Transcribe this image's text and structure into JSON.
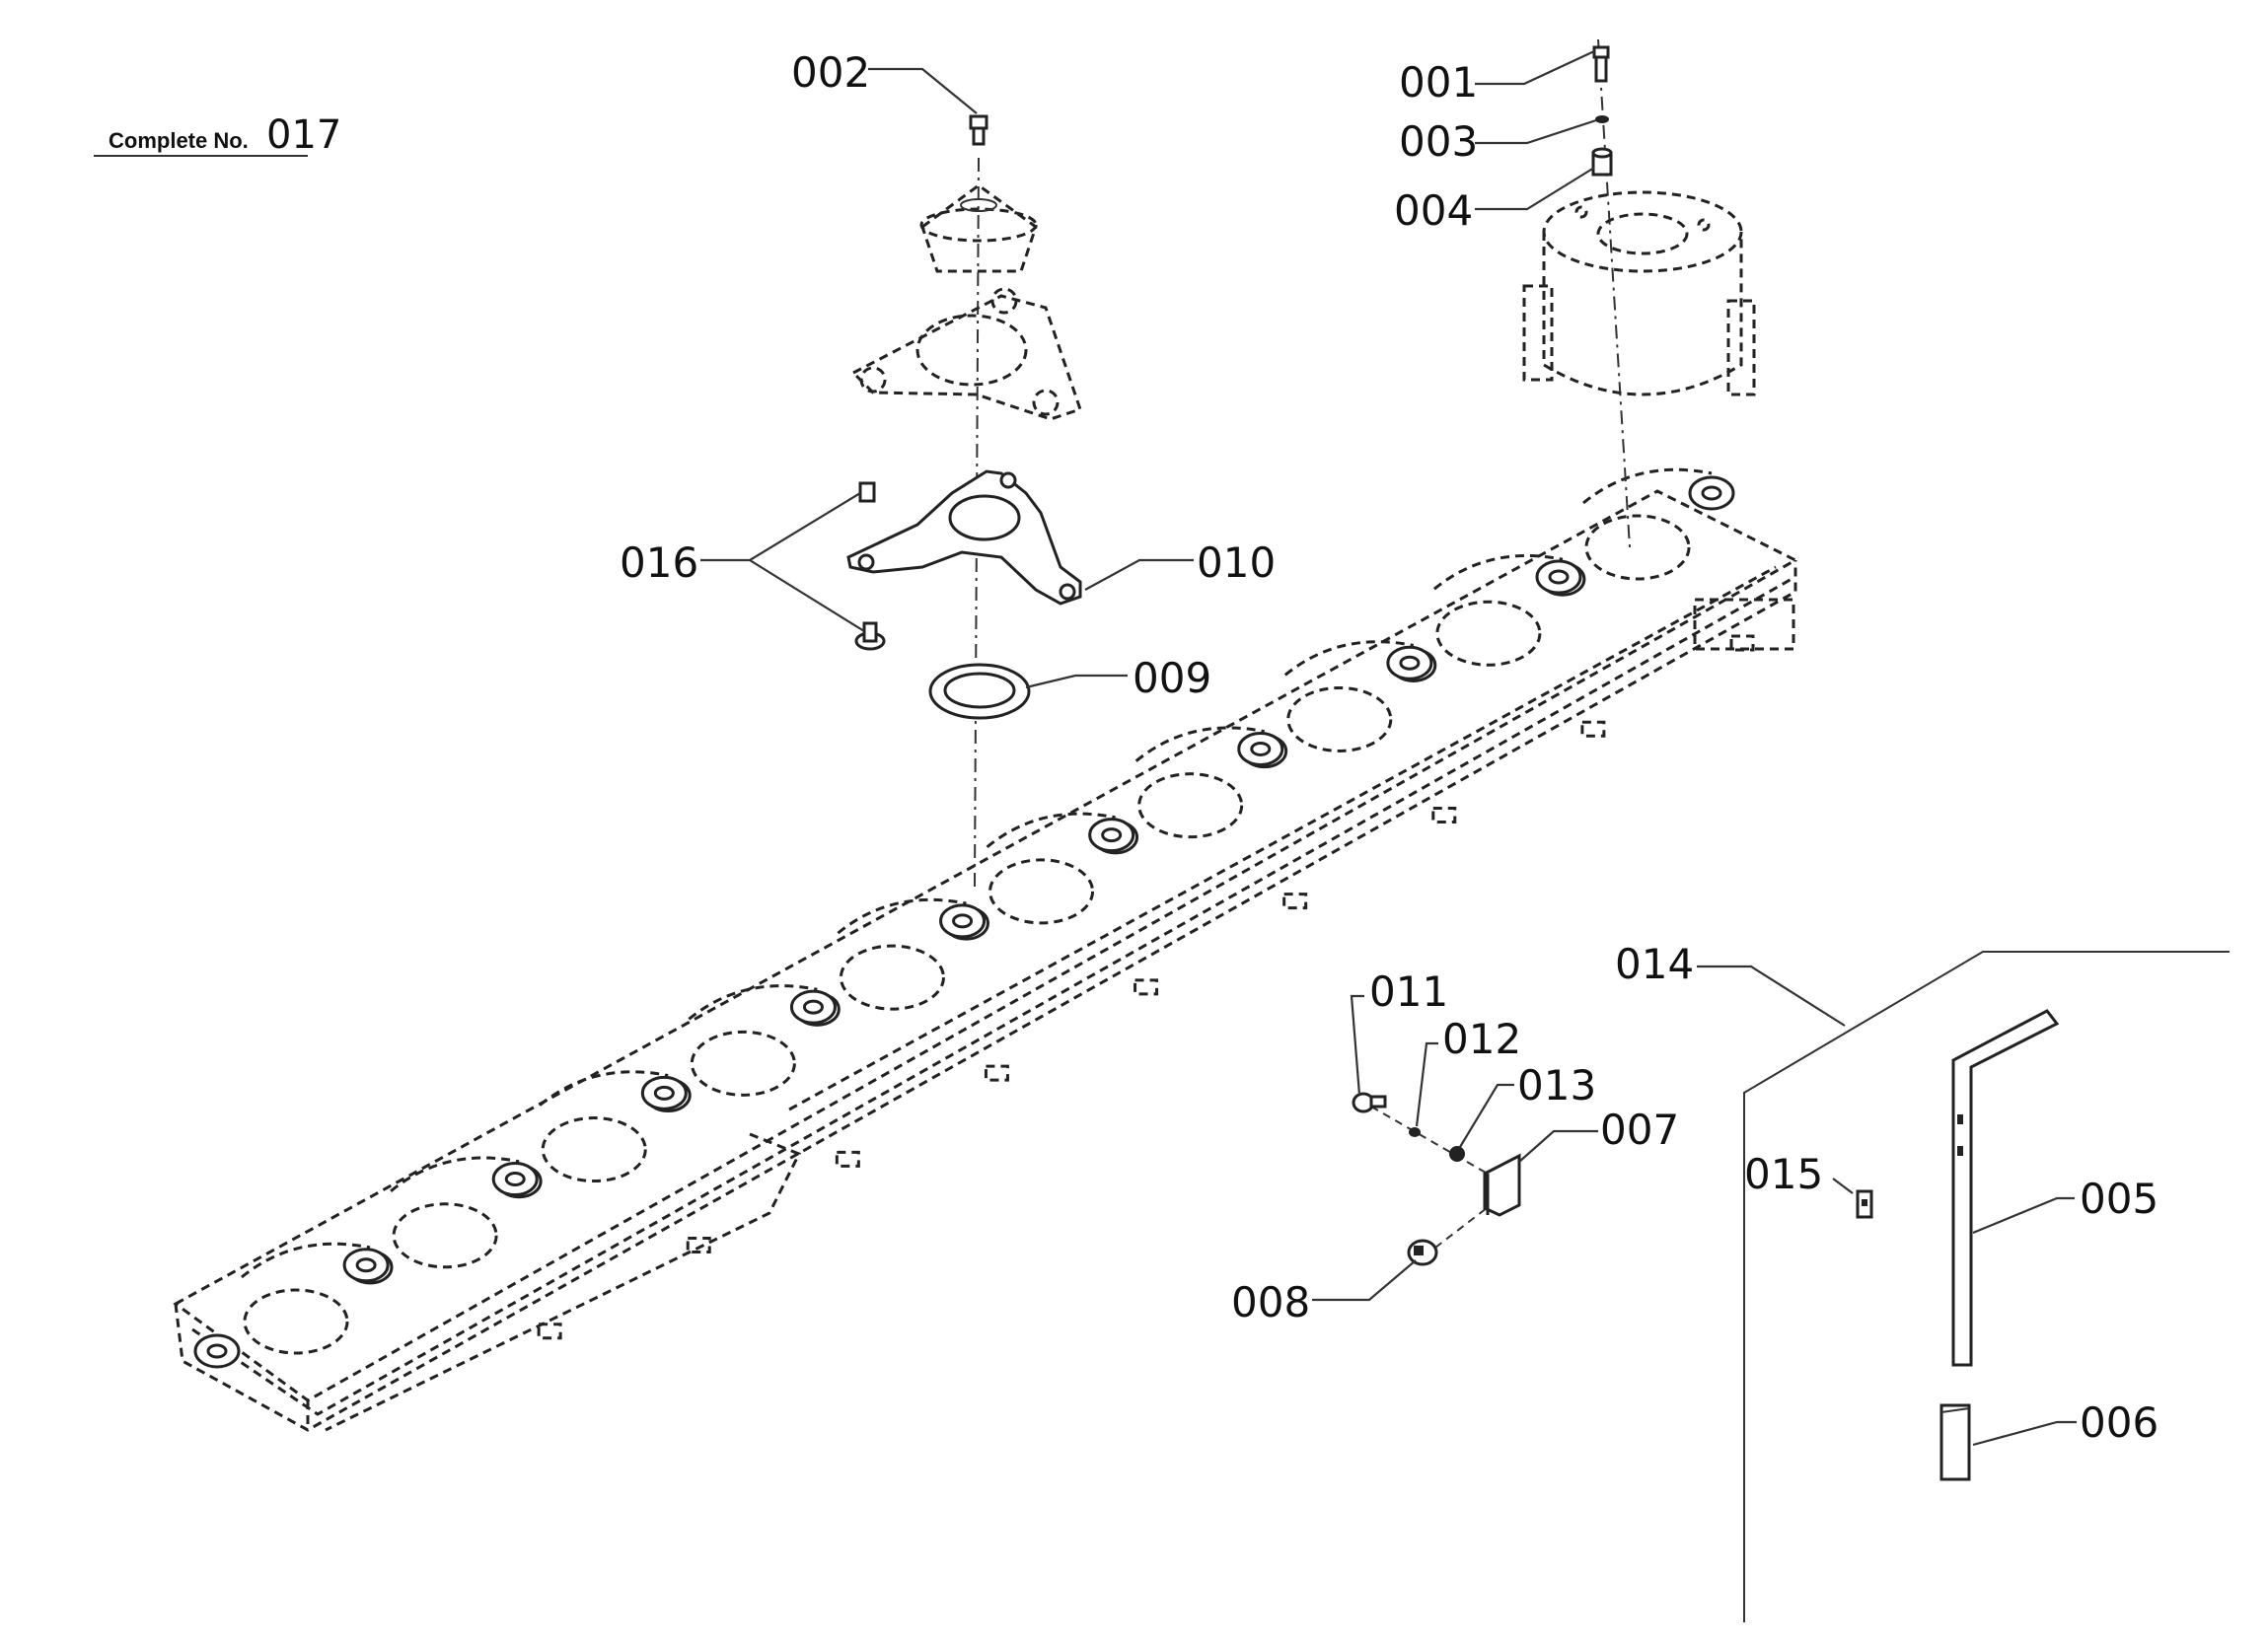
{
  "complete_label": {
    "prefix": "Complete No.",
    "number": "017"
  },
  "labels": {
    "p001": "001",
    "p002": "002",
    "p003": "003",
    "p004": "004",
    "p005": "005",
    "p006": "006",
    "p007": "007",
    "p008": "008",
    "p009": "009",
    "p010": "010",
    "p011": "011",
    "p012": "012",
    "p013": "013",
    "p014": "014",
    "p015": "015",
    "p016": "016"
  }
}
